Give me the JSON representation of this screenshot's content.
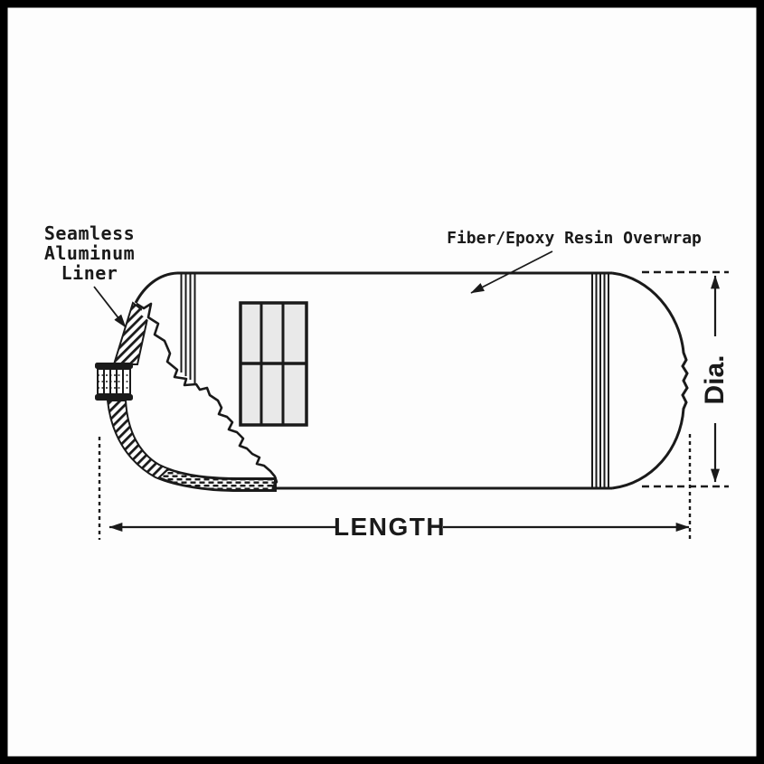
{
  "diagram": {
    "callouts": {
      "liner": {
        "line1": "Seamless",
        "line2": "Aluminum",
        "line3": "Liner"
      },
      "overwrap": "Fiber/Epoxy Resin Overwrap"
    },
    "dimensions": {
      "length": "LENGTH",
      "diameter": "Dia."
    },
    "colors": {
      "ink": "#1a1a1a",
      "paper": "#fdfdfd",
      "label_fill": "#e9e9e9",
      "frame": "#000000"
    }
  }
}
